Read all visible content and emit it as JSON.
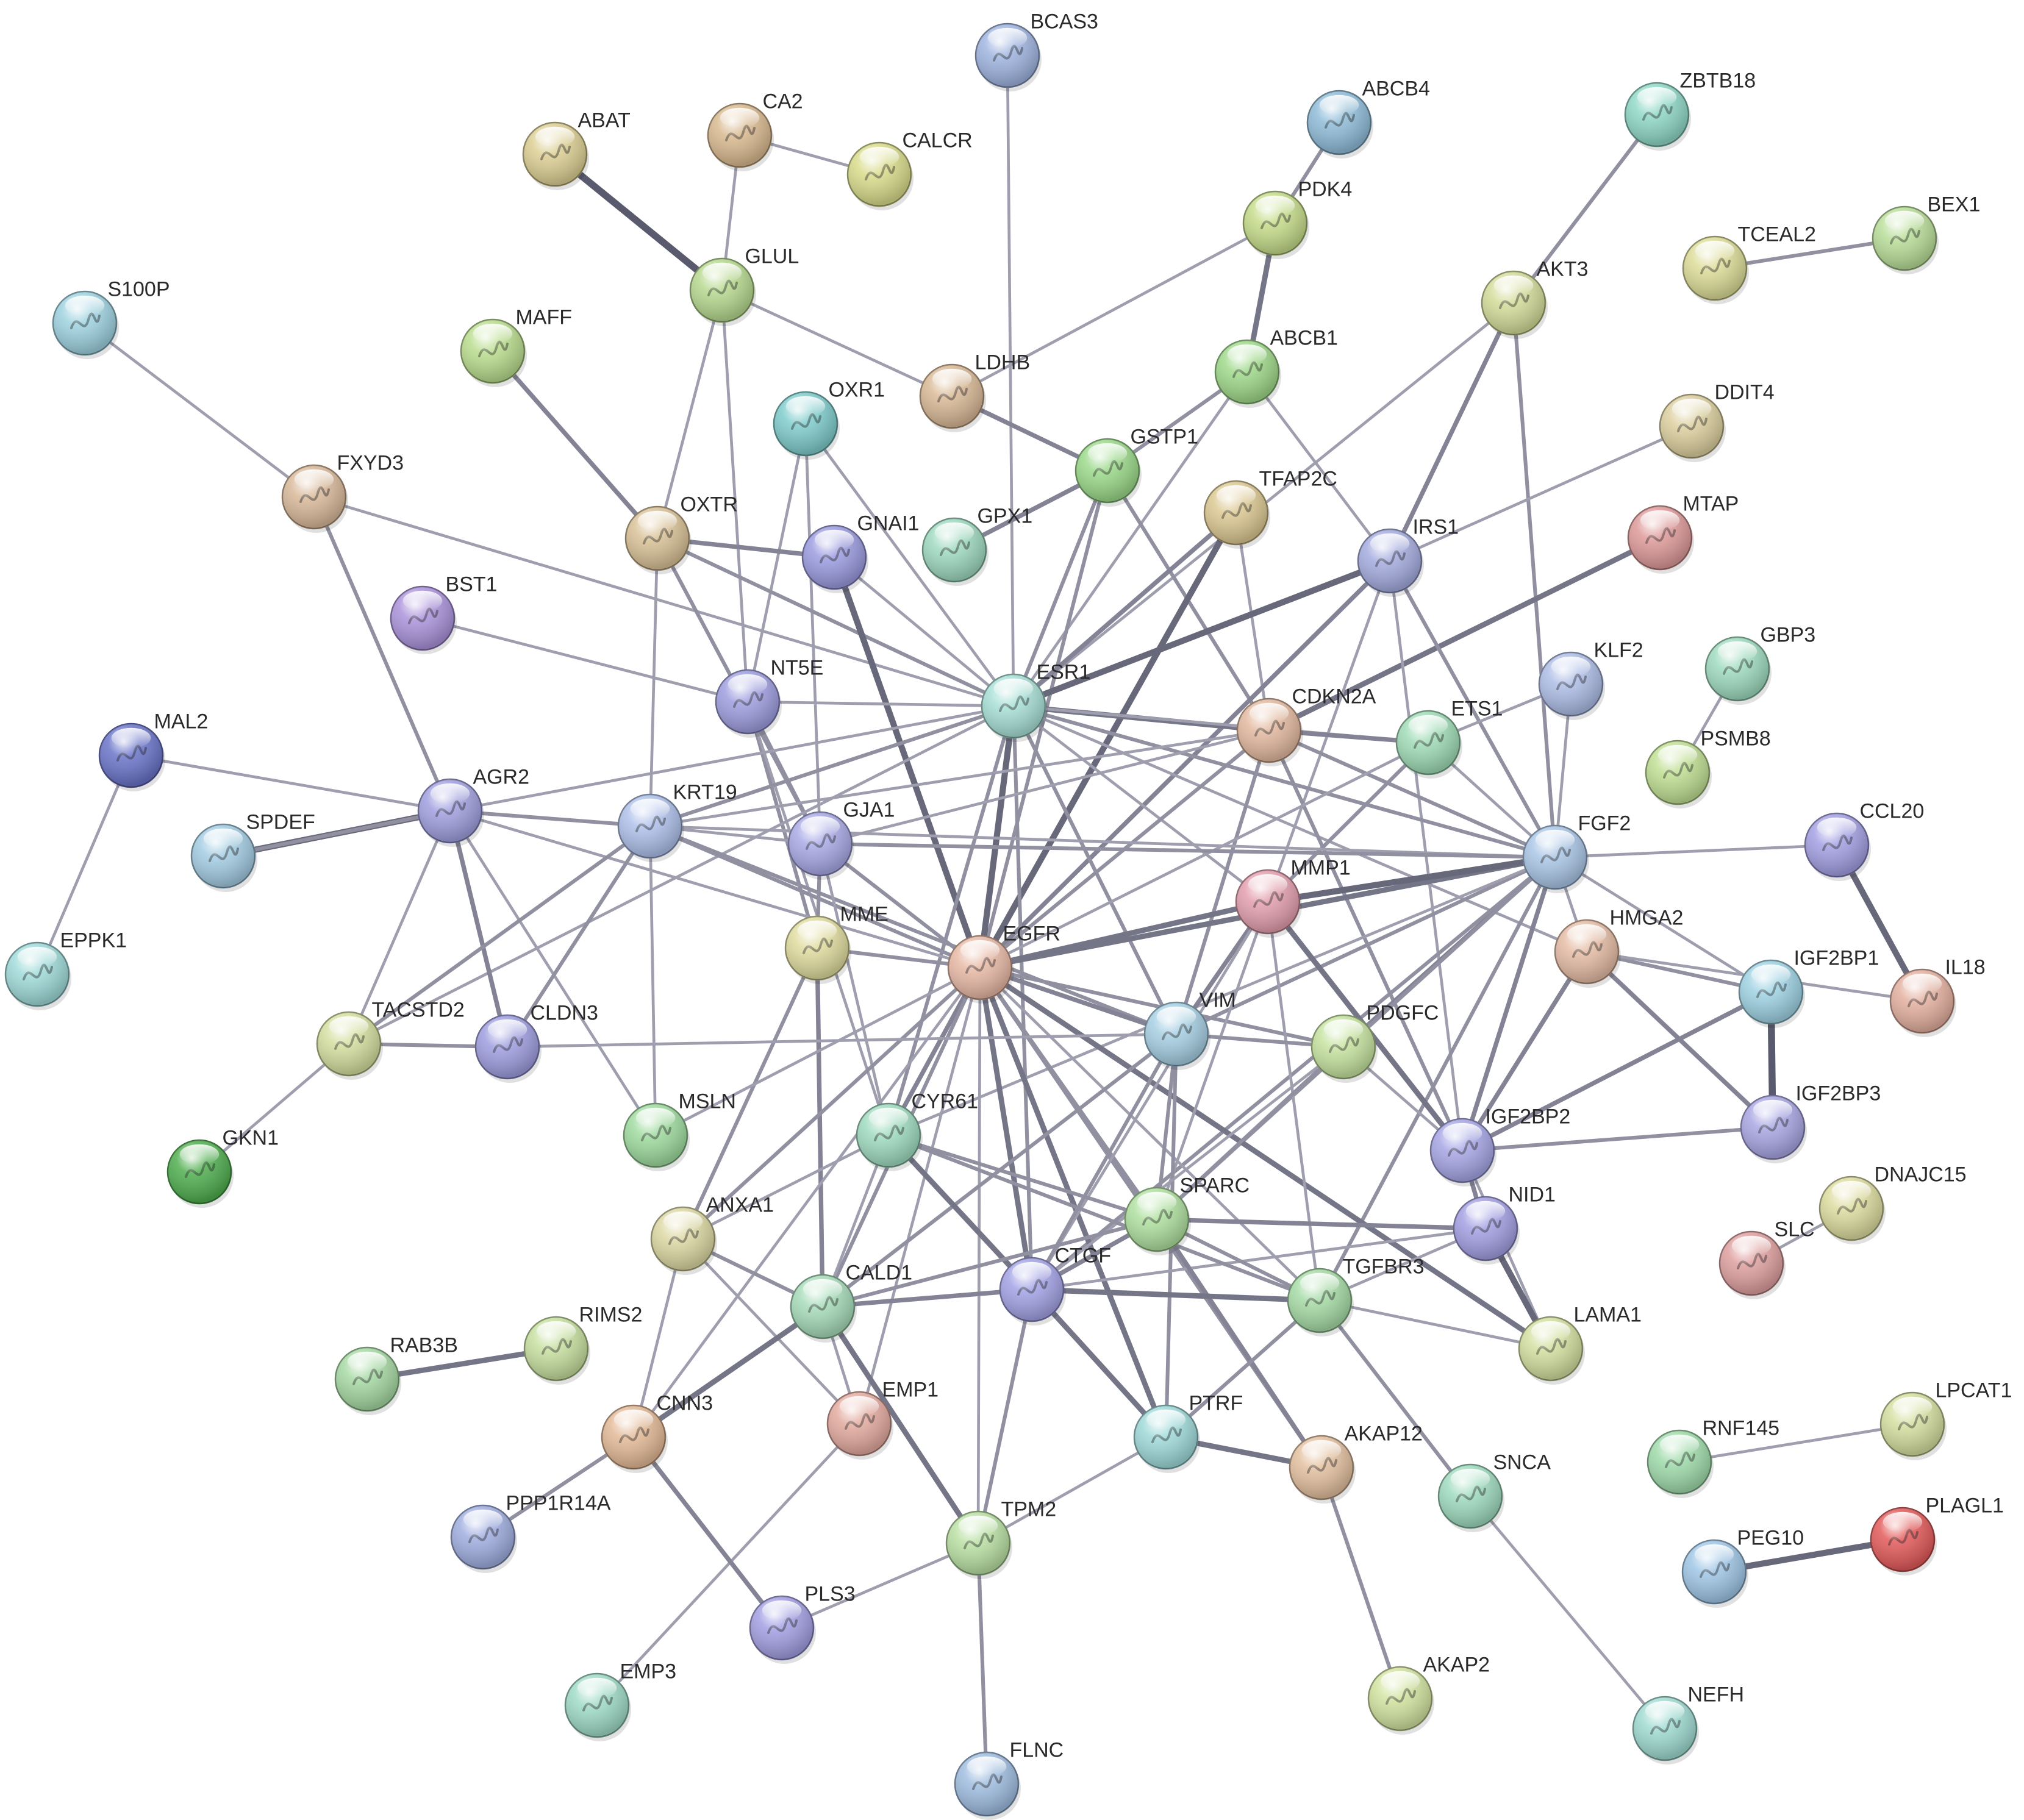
{
  "network": {
    "nodes": [
      {
        "id": "BCAS3",
        "label": "BCAS3",
        "color": "#9fb4e0"
      },
      {
        "id": "CA2",
        "label": "CA2",
        "color": "#d9b98f"
      },
      {
        "id": "CALCR",
        "label": "CALCR",
        "color": "#d8dc8a"
      },
      {
        "id": "ABAT",
        "label": "ABAT",
        "color": "#dccf93"
      },
      {
        "id": "GLUL",
        "label": "GLUL",
        "color": "#b7d98f"
      },
      {
        "id": "ABCB4",
        "label": "ABCB4",
        "color": "#8fbcd8"
      },
      {
        "id": "PDK4",
        "label": "PDK4",
        "color": "#c5dc8a"
      },
      {
        "id": "ZBTB18",
        "label": "ZBTB18",
        "color": "#8fd8c6"
      },
      {
        "id": "TCEAL2",
        "label": "TCEAL2",
        "color": "#dcdc98"
      },
      {
        "id": "BEX1",
        "label": "BEX1",
        "color": "#b9de99"
      },
      {
        "id": "AKT3",
        "label": "AKT3",
        "color": "#d4dc99"
      },
      {
        "id": "S100P",
        "label": "S100P",
        "color": "#9ed2e0"
      },
      {
        "id": "MAFF",
        "label": "MAFF",
        "color": "#badd8e"
      },
      {
        "id": "LDHB",
        "label": "LDHB",
        "color": "#d9b996"
      },
      {
        "id": "ABCB1",
        "label": "ABCB1",
        "color": "#9fd98a"
      },
      {
        "id": "OXR1",
        "label": "OXR1",
        "color": "#7fcccc"
      },
      {
        "id": "GSTP1",
        "label": "GSTP1",
        "color": "#9bd98a"
      },
      {
        "id": "DDIT4",
        "label": "DDIT4",
        "color": "#dccf9e"
      },
      {
        "id": "FXYD3",
        "label": "FXYD3",
        "color": "#d9b99a"
      },
      {
        "id": "OXTR",
        "label": "OXTR",
        "color": "#d9c196"
      },
      {
        "id": "GNAI1",
        "label": "GNAI1",
        "color": "#9b9be0"
      },
      {
        "id": "GPX1",
        "label": "GPX1",
        "color": "#9ed9c0"
      },
      {
        "id": "TFAP2C",
        "label": "TFAP2C",
        "color": "#dcc892"
      },
      {
        "id": "IRS1",
        "label": "IRS1",
        "color": "#a4acdf"
      },
      {
        "id": "MTAP",
        "label": "MTAP",
        "color": "#df9a9a"
      },
      {
        "id": "BST1",
        "label": "BST1",
        "color": "#ab93db"
      },
      {
        "id": "NT5E",
        "label": "NT5E",
        "color": "#9e9ee0"
      },
      {
        "id": "ESR1",
        "label": "ESR1",
        "color": "#a8e0d6"
      },
      {
        "id": "CDKN2A",
        "label": "CDKN2A",
        "color": "#e3b9a0"
      },
      {
        "id": "ETS1",
        "label": "ETS1",
        "color": "#9fdbb6"
      },
      {
        "id": "KLF2",
        "label": "KLF2",
        "color": "#adbde6"
      },
      {
        "id": "GBP3",
        "label": "GBP3",
        "color": "#9fdbbf"
      },
      {
        "id": "PSMB8",
        "label": "PSMB8",
        "color": "#c0df93"
      },
      {
        "id": "MAL2",
        "label": "MAL2",
        "color": "#6a74c9"
      },
      {
        "id": "AGR2",
        "label": "AGR2",
        "color": "#a0a0e0"
      },
      {
        "id": "KRT19",
        "label": "KRT19",
        "color": "#aec0ea"
      },
      {
        "id": "GJA1",
        "label": "GJA1",
        "color": "#a9aae6"
      },
      {
        "id": "FGF2",
        "label": "FGF2",
        "color": "#aac6e6"
      },
      {
        "id": "CCL20",
        "label": "CCL20",
        "color": "#a39fe3"
      },
      {
        "id": "SPDEF",
        "label": "SPDEF",
        "color": "#a3cce3"
      },
      {
        "id": "MME",
        "label": "MME",
        "color": "#e0dc9f"
      },
      {
        "id": "EGFR",
        "label": "EGFR",
        "color": "#e8b9a6"
      },
      {
        "id": "MMP1",
        "label": "MMP1",
        "color": "#e39fae"
      },
      {
        "id": "HMGA2",
        "label": "HMGA2",
        "color": "#e5bca5"
      },
      {
        "id": "IGF2BP1",
        "label": "IGF2BP1",
        "color": "#9fd2e3"
      },
      {
        "id": "IL18",
        "label": "IL18",
        "color": "#e3b09f"
      },
      {
        "id": "EPPK1",
        "label": "EPPK1",
        "color": "#9fdbd9"
      },
      {
        "id": "TACSTD2",
        "label": "TACSTD2",
        "color": "#d4df9f"
      },
      {
        "id": "CLDN3",
        "label": "CLDN3",
        "color": "#9e9ee0"
      },
      {
        "id": "VIM",
        "label": "VIM",
        "color": "#a6cfe3"
      },
      {
        "id": "PDGFC",
        "label": "PDGFC",
        "color": "#c6e3a0"
      },
      {
        "id": "IGF2BP2",
        "label": "IGF2BP2",
        "color": "#a6a6e6"
      },
      {
        "id": "IGF2BP3",
        "label": "IGF2BP3",
        "color": "#a9a6e3"
      },
      {
        "id": "GKN1",
        "label": "GKN1",
        "color": "#4fae4f"
      },
      {
        "id": "MSLN",
        "label": "MSLN",
        "color": "#9fdb9f"
      },
      {
        "id": "CYR61",
        "label": "CYR61",
        "color": "#9fdbc0"
      },
      {
        "id": "SPARC",
        "label": "SPARC",
        "color": "#afe09f"
      },
      {
        "id": "NID1",
        "label": "NID1",
        "color": "#a39fe3"
      },
      {
        "id": "DNAJC15",
        "label": "DNAJC15",
        "color": "#dcdc9f"
      },
      {
        "id": "SLC",
        "label": "SLC",
        "color": "#df9f9f"
      },
      {
        "id": "ANXA1",
        "label": "ANXA1",
        "color": "#dcd8a3"
      },
      {
        "id": "CTGF",
        "label": "CTGF",
        "color": "#a3a3e6"
      },
      {
        "id": "CALD1",
        "label": "CALD1",
        "color": "#a6dbb9"
      },
      {
        "id": "TGFBR3",
        "label": "TGFBR3",
        "color": "#a6dba6"
      },
      {
        "id": "LAMA1",
        "label": "LAMA1",
        "color": "#d2df9f"
      },
      {
        "id": "RIMS2",
        "label": "RIMS2",
        "color": "#c6df9f"
      },
      {
        "id": "RAB3B",
        "label": "RAB3B",
        "color": "#a6d9a3"
      },
      {
        "id": "EMP1",
        "label": "EMP1",
        "color": "#e3aa9f"
      },
      {
        "id": "CNN3",
        "label": "CNN3",
        "color": "#e3b996"
      },
      {
        "id": "PTRF",
        "label": "PTRF",
        "color": "#9fd9d9"
      },
      {
        "id": "AKAP12",
        "label": "AKAP12",
        "color": "#e3c09f"
      },
      {
        "id": "SNCA",
        "label": "SNCA",
        "color": "#9fdbbf"
      },
      {
        "id": "RNF145",
        "label": "RNF145",
        "color": "#9fdbaa"
      },
      {
        "id": "LPCAT1",
        "label": "LPCAT1",
        "color": "#d4df9f"
      },
      {
        "id": "PPP1R14A",
        "label": "PPP1R14A",
        "color": "#a0aee0"
      },
      {
        "id": "TPM2",
        "label": "TPM2",
        "color": "#b9e0a3"
      },
      {
        "id": "PEG10",
        "label": "PEG10",
        "color": "#9fc6e6"
      },
      {
        "id": "PLAGL1",
        "label": "PLAGL1",
        "color": "#e35a5a"
      },
      {
        "id": "PLS3",
        "label": "PLS3",
        "color": "#a39fe3"
      },
      {
        "id": "EMP3",
        "label": "EMP3",
        "color": "#9fdbc6"
      },
      {
        "id": "AKAP2",
        "label": "AKAP2",
        "color": "#d2e3a0"
      },
      {
        "id": "NEFH",
        "label": "NEFH",
        "color": "#9fdbd2"
      },
      {
        "id": "FLNC",
        "label": "FLNC",
        "color": "#9fbde0"
      }
    ],
    "edges": [
      [
        "BCAS3",
        "ESR1",
        2
      ],
      [
        "CA2",
        "GLUL",
        2
      ],
      [
        "CA2",
        "CALCR",
        2
      ],
      [
        "ABAT",
        "GLUL",
        7
      ],
      [
        "GLUL",
        "LDHB",
        2
      ],
      [
        "GLUL",
        "OXTR",
        2
      ],
      [
        "GLUL",
        "NT5E",
        2
      ],
      [
        "ABCB4",
        "PDK4",
        3
      ],
      [
        "PDK4",
        "LDHB",
        2
      ],
      [
        "PDK4",
        "ABCB1",
        5
      ],
      [
        "ZBTB18",
        "AKT3",
        3
      ],
      [
        "TCEAL2",
        "BEX1",
        3
      ],
      [
        "AKT3",
        "IRS1",
        4
      ],
      [
        "AKT3",
        "ESR1",
        2
      ],
      [
        "AKT3",
        "FGF2",
        3
      ],
      [
        "S100P",
        "FXYD3",
        2
      ],
      [
        "MAFF",
        "OXTR",
        4
      ],
      [
        "LDHB",
        "GSTP1",
        4
      ],
      [
        "ABCB1",
        "GSTP1",
        3
      ],
      [
        "ABCB1",
        "ESR1",
        2
      ],
      [
        "ABCB1",
        "IRS1",
        2
      ],
      [
        "OXR1",
        "ESR1",
        2
      ],
      [
        "OXR1",
        "GJA1",
        2
      ],
      [
        "OXR1",
        "NT5E",
        2
      ],
      [
        "GSTP1",
        "GPX1",
        4
      ],
      [
        "GSTP1",
        "ESR1",
        3
      ],
      [
        "GSTP1",
        "EGFR",
        3
      ],
      [
        "GSTP1",
        "CDKN2A",
        3
      ],
      [
        "DDIT4",
        "IRS1",
        2
      ],
      [
        "MTAP",
        "CDKN2A",
        5
      ],
      [
        "FXYD3",
        "AGR2",
        3
      ],
      [
        "FXYD3",
        "ESR1",
        2
      ],
      [
        "OXTR",
        "GNAI1",
        4
      ],
      [
        "OXTR",
        "ESR1",
        3
      ],
      [
        "OXTR",
        "GJA1",
        3
      ],
      [
        "OXTR",
        "KRT19",
        2
      ],
      [
        "GNAI1",
        "EGFR",
        6
      ],
      [
        "GNAI1",
        "ESR1",
        2
      ],
      [
        "TFAP2C",
        "ESR1",
        4
      ],
      [
        "TFAP2C",
        "EGFR",
        6
      ],
      [
        "TFAP2C",
        "CDKN2A",
        2
      ],
      [
        "IRS1",
        "ESR1",
        6
      ],
      [
        "IRS1",
        "EGFR",
        4
      ],
      [
        "IRS1",
        "FGF2",
        3
      ],
      [
        "IRS1",
        "MMP1",
        2
      ],
      [
        "IRS1",
        "IGF2BP2",
        2
      ],
      [
        "BST1",
        "NT5E",
        2
      ],
      [
        "NT5E",
        "ESR1",
        2
      ],
      [
        "NT5E",
        "GJA1",
        3
      ],
      [
        "NT5E",
        "MME",
        3
      ],
      [
        "NT5E",
        "CYR61",
        2
      ],
      [
        "ESR1",
        "EGFR",
        6
      ],
      [
        "ESR1",
        "CDKN2A",
        5
      ],
      [
        "ESR1",
        "KRT19",
        3
      ],
      [
        "ESR1",
        "AGR2",
        2
      ],
      [
        "ESR1",
        "FGF2",
        3
      ],
      [
        "ESR1",
        "MMP1",
        2
      ],
      [
        "ESR1",
        "VIM",
        3
      ],
      [
        "ESR1",
        "CYR61",
        3
      ],
      [
        "ESR1",
        "CTGF",
        3
      ],
      [
        "ESR1",
        "ETS1",
        2
      ],
      [
        "ESR1",
        "HMGA2",
        2
      ],
      [
        "ESR1",
        "TACSTD2",
        2
      ],
      [
        "CDKN2A",
        "ETS1",
        4
      ],
      [
        "CDKN2A",
        "FGF2",
        3
      ],
      [
        "CDKN2A",
        "EGFR",
        3
      ],
      [
        "CDKN2A",
        "VIM",
        3
      ],
      [
        "CDKN2A",
        "IGF2BP2",
        3
      ],
      [
        "CDKN2A",
        "KRT19",
        2
      ],
      [
        "ETS1",
        "KLF2",
        2
      ],
      [
        "ETS1",
        "EGFR",
        2
      ],
      [
        "ETS1",
        "FGF2",
        2
      ],
      [
        "ETS1",
        "MMP1",
        3
      ],
      [
        "KLF2",
        "FGF2",
        2
      ],
      [
        "GBP3",
        "PSMB8",
        2
      ],
      [
        "MAL2",
        "EPPK1",
        2
      ],
      [
        "MAL2",
        "AGR2",
        2
      ],
      [
        "AGR2",
        "SPDEF",
        6
      ],
      [
        "AGR2",
        "KRT19",
        3
      ],
      [
        "AGR2",
        "CLDN3",
        4
      ],
      [
        "AGR2",
        "TACSTD2",
        2
      ],
      [
        "AGR2",
        "MSLN",
        2
      ],
      [
        "AGR2",
        "EGFR",
        2
      ],
      [
        "KRT19",
        "EGFR",
        3
      ],
      [
        "KRT19",
        "TACSTD2",
        3
      ],
      [
        "KRT19",
        "CLDN3",
        3
      ],
      [
        "KRT19",
        "VIM",
        3
      ],
      [
        "KRT19",
        "GJA1",
        2
      ],
      [
        "KRT19",
        "FGF2",
        2
      ],
      [
        "KRT19",
        "MSLN",
        2
      ],
      [
        "GJA1",
        "EGFR",
        3
      ],
      [
        "GJA1",
        "FGF2",
        3
      ],
      [
        "GJA1",
        "MME",
        3
      ],
      [
        "GJA1",
        "CYR61",
        2
      ],
      [
        "GJA1",
        "CDKN2A",
        2
      ],
      [
        "FGF2",
        "EGFR",
        5
      ],
      [
        "FGF2",
        "MMP1",
        6
      ],
      [
        "FGF2",
        "VIM",
        3
      ],
      [
        "FGF2",
        "PDGFC",
        4
      ],
      [
        "FGF2",
        "IGF2BP2",
        4
      ],
      [
        "FGF2",
        "CTGF",
        3
      ],
      [
        "FGF2",
        "CYR61",
        2
      ],
      [
        "FGF2",
        "SPARC",
        3
      ],
      [
        "FGF2",
        "HMGA2",
        2
      ],
      [
        "FGF2",
        "CCL20",
        2
      ],
      [
        "FGF2",
        "TGFBR3",
        3
      ],
      [
        "CCL20",
        "IL18",
        6
      ],
      [
        "SPDEF",
        "AGR2",
        3
      ],
      [
        "MME",
        "EGFR",
        3
      ],
      [
        "MME",
        "CALD1",
        4
      ],
      [
        "MME",
        "ANXA1",
        3
      ],
      [
        "EGFR",
        "MMP1",
        5
      ],
      [
        "EGFR",
        "VIM",
        4
      ],
      [
        "EGFR",
        "CTGF",
        5
      ],
      [
        "EGFR",
        "PTRF",
        5
      ],
      [
        "EGFR",
        "CYR61",
        4
      ],
      [
        "EGFR",
        "SPARC",
        3
      ],
      [
        "EGFR",
        "LAMA1",
        5
      ],
      [
        "EGFR",
        "PDGFC",
        3
      ],
      [
        "EGFR",
        "ANXA1",
        3
      ],
      [
        "EGFR",
        "CALD1",
        3
      ],
      [
        "EGFR",
        "AKAP12",
        3
      ],
      [
        "EGFR",
        "EMP1",
        2
      ],
      [
        "EGFR",
        "TPM2",
        2
      ],
      [
        "EGFR",
        "CNN3",
        2
      ],
      [
        "EGFR",
        "MSLN",
        2
      ],
      [
        "EGFR",
        "TGFBR3",
        2
      ],
      [
        "MMP1",
        "VIM",
        4
      ],
      [
        "MMP1",
        "IGF2BP2",
        5
      ],
      [
        "MMP1",
        "TGFBR3",
        2
      ],
      [
        "MMP1",
        "CTGF",
        2
      ],
      [
        "MMP1",
        "SPARC",
        2
      ],
      [
        "HMGA2",
        "IGF2BP1",
        3
      ],
      [
        "HMGA2",
        "IGF2BP3",
        4
      ],
      [
        "HMGA2",
        "IGF2BP2",
        4
      ],
      [
        "HMGA2",
        "IL18",
        2
      ],
      [
        "IGF2BP1",
        "IGF2BP3",
        7
      ],
      [
        "IGF2BP1",
        "IGF2BP2",
        4
      ],
      [
        "IGF2BP1",
        "FGF2",
        2
      ],
      [
        "IGF2BP3",
        "IGF2BP2",
        3
      ],
      [
        "TACSTD2",
        "CLDN3",
        3
      ],
      [
        "TACSTD2",
        "GKN1",
        2
      ],
      [
        "CLDN3",
        "VIM",
        2
      ],
      [
        "VIM",
        "PDGFC",
        3
      ],
      [
        "VIM",
        "CTGF",
        3
      ],
      [
        "VIM",
        "SPARC",
        3
      ],
      [
        "VIM",
        "CALD1",
        3
      ],
      [
        "VIM",
        "PTRF",
        3
      ],
      [
        "PDGFC",
        "SPARC",
        3
      ],
      [
        "PDGFC",
        "CTGF",
        2
      ],
      [
        "PDGFC",
        "IGF2BP2",
        2
      ],
      [
        "IGF2BP2",
        "NID1",
        4
      ],
      [
        "IGF2BP2",
        "LAMA1",
        2
      ],
      [
        "NID1",
        "LAMA1",
        6
      ],
      [
        "NID1",
        "SPARC",
        4
      ],
      [
        "NID1",
        "CTGF",
        2
      ],
      [
        "NID1",
        "TGFBR3",
        2
      ],
      [
        "CYR61",
        "CTGF",
        5
      ],
      [
        "CYR61",
        "SPARC",
        3
      ],
      [
        "CYR61",
        "ANXA1",
        2
      ],
      [
        "CYR61",
        "TGFBR3",
        3
      ],
      [
        "CYR61",
        "CALD1",
        2
      ],
      [
        "SPARC",
        "CTGF",
        4
      ],
      [
        "SPARC",
        "AKAP12",
        4
      ],
      [
        "SPARC",
        "TGFBR3",
        3
      ],
      [
        "SPARC",
        "CALD1",
        3
      ],
      [
        "DNAJC15",
        "SLC",
        2
      ],
      [
        "ANXA1",
        "EMP1",
        2
      ],
      [
        "ANXA1",
        "CNN3",
        2
      ],
      [
        "ANXA1",
        "CALD1",
        3
      ],
      [
        "CTGF",
        "TGFBR3",
        5
      ],
      [
        "CTGF",
        "PTRF",
        5
      ],
      [
        "CTGF",
        "CALD1",
        4
      ],
      [
        "CTGF",
        "TPM2",
        3
      ],
      [
        "CALD1",
        "CNN3",
        5
      ],
      [
        "CALD1",
        "TPM2",
        5
      ],
      [
        "CALD1",
        "EMP1",
        2
      ],
      [
        "TGFBR3",
        "PTRF",
        3
      ],
      [
        "TGFBR3",
        "SNCA",
        3
      ],
      [
        "TGFBR3",
        "LAMA1",
        2
      ],
      [
        "RIMS2",
        "RAB3B",
        5
      ],
      [
        "EMP1",
        "EMP3",
        2
      ],
      [
        "CNN3",
        "PPP1R14A",
        3
      ],
      [
        "CNN3",
        "PLS3",
        4
      ],
      [
        "PTRF",
        "AKAP12",
        5
      ],
      [
        "PTRF",
        "TPM2",
        2
      ],
      [
        "AKAP12",
        "AKAP2",
        3
      ],
      [
        "SNCA",
        "NEFH",
        2
      ],
      [
        "RNF145",
        "LPCAT1",
        2
      ],
      [
        "TPM2",
        "PLS3",
        2
      ],
      [
        "TPM2",
        "FLNC",
        3
      ],
      [
        "PEG10",
        "PLAGL1",
        6
      ]
    ]
  }
}
